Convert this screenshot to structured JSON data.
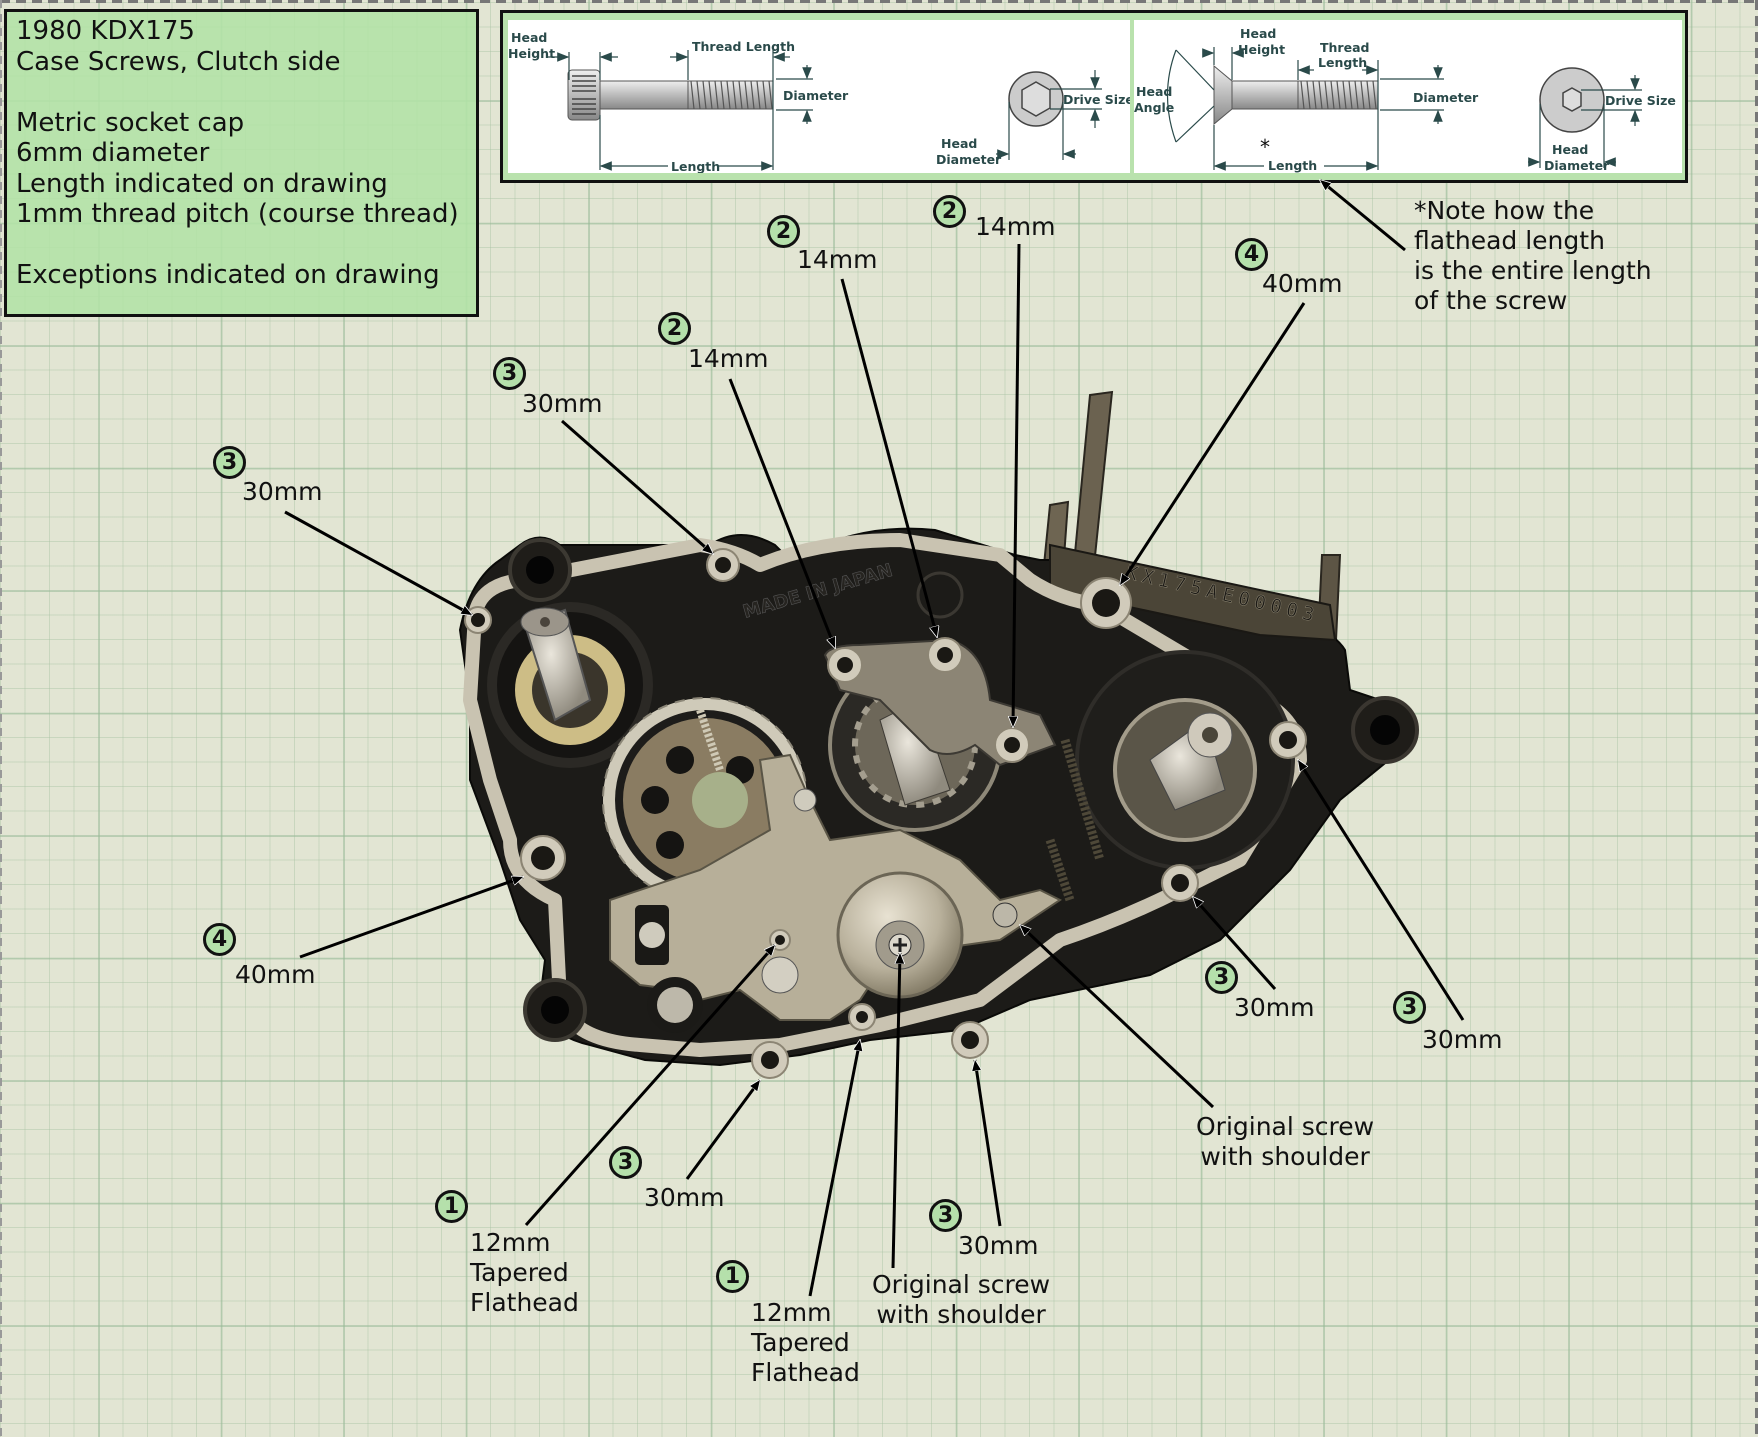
{
  "title": "1980 KDX175",
  "info_box": {
    "lines": [
      "1980 KDX175",
      "Case Screws, Clutch side",
      "",
      "Metric socket cap",
      "6mm diameter",
      "Length indicated on drawing",
      "1mm thread pitch (course thread)",
      "",
      "Exceptions indicated on drawing"
    ]
  },
  "spec_diagram": {
    "socket_cap": {
      "head_height": [
        "Head",
        "Height"
      ],
      "thread_length": "Thread Length",
      "diameter": "Diameter",
      "length": "Length",
      "drive_size": "Drive Size",
      "head_diameter": [
        "Head",
        "Diameter"
      ]
    },
    "flathead": {
      "head_angle": [
        "Head",
        "Angle"
      ],
      "head_height": [
        "Head",
        "Height"
      ],
      "thread_length": [
        "Thread",
        "Length"
      ],
      "diameter": "Diameter",
      "length_marker": "*",
      "length": "Length",
      "drive_size": "Drive Size",
      "head_diameter": [
        "Head",
        "Diameter"
      ]
    }
  },
  "note": {
    "lines": [
      "*Note how the",
      "flathead length",
      "is the entire length",
      "of the screw"
    ]
  },
  "engine": {
    "case_markings": [
      "MADE IN JAPAN",
      "KX175AE00003"
    ]
  },
  "callouts": [
    {
      "id": "c1",
      "badge": "3",
      "lines": [
        "30mm"
      ]
    },
    {
      "id": "c2",
      "badge": "3",
      "lines": [
        "30mm"
      ]
    },
    {
      "id": "c3",
      "badge": "2",
      "lines": [
        "14mm"
      ]
    },
    {
      "id": "c4",
      "badge": "2",
      "lines": [
        "14mm"
      ]
    },
    {
      "id": "c5",
      "badge": "2",
      "lines": [
        "14mm"
      ]
    },
    {
      "id": "c6",
      "badge": "4",
      "lines": [
        "40mm"
      ]
    },
    {
      "id": "c7",
      "badge": "4",
      "lines": [
        "40mm"
      ]
    },
    {
      "id": "c8",
      "badge": "3",
      "lines": [
        "30mm"
      ]
    },
    {
      "id": "c9",
      "badge": "3",
      "lines": [
        "30mm"
      ]
    },
    {
      "id": "c10",
      "badge": "3",
      "lines": [
        "30mm"
      ]
    },
    {
      "id": "c11",
      "badge": "1",
      "lines": [
        "12mm",
        "Tapered",
        "Flathead"
      ]
    },
    {
      "id": "c12",
      "badge": "1",
      "lines": [
        "12mm",
        "Tapered",
        "Flathead"
      ]
    },
    {
      "id": "c13",
      "badge": "",
      "lines": [
        "Original screw",
        "with shoulder"
      ]
    },
    {
      "id": "c14",
      "badge": "3",
      "lines": [
        "30mm"
      ]
    },
    {
      "id": "c15",
      "badge": "",
      "lines": [
        "Original screw",
        "with shoulder"
      ]
    }
  ],
  "legend": {
    "1": "12mm Tapered Flathead",
    "2": "14mm",
    "3": "30mm",
    "4": "40mm"
  },
  "colors": {
    "badge_fill": "#b5e0ab",
    "info_fill": "#b2e2a6",
    "grid_bg": "#e2e5d3"
  }
}
